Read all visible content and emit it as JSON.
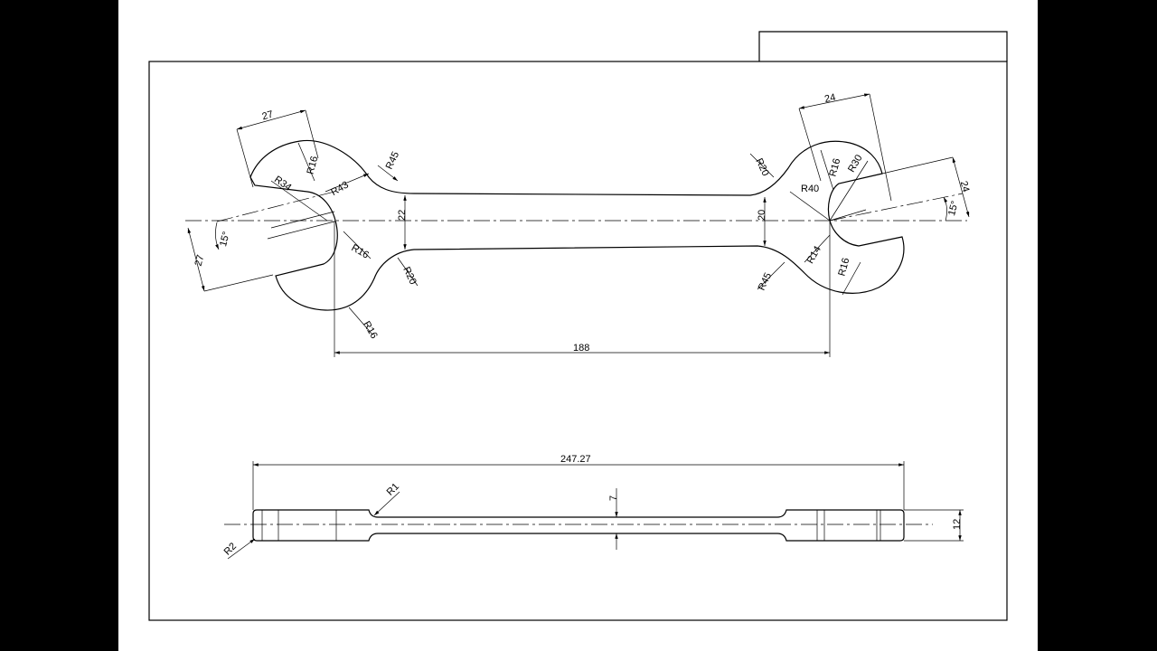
{
  "drawing": {
    "top_view": {
      "left_jaw": {
        "opening": "27",
        "width": "27",
        "angle": "15°",
        "r_outer": "R34",
        "r_head": "R43",
        "r_tip": "R16",
        "r_throat": "R16",
        "r_base": "R16",
        "r_neck_top": "R45",
        "r_neck_bottom": "R20"
      },
      "right_jaw": {
        "opening": "24",
        "width": "24",
        "angle": "15°",
        "r_outer": "R30",
        "r_head": "R40",
        "r_tip": "R16",
        "r_throat": "R14",
        "r_base": "R16",
        "r_neck_top": "R20",
        "r_neck_bottom": "R45"
      },
      "shank_left_width": "22",
      "shank_right_width": "20",
      "center_distance": "188"
    },
    "side_view": {
      "overall_length": "247.27",
      "shank_thickness": "7",
      "head_thickness": "12",
      "fillet_small": "R1",
      "fillet_end": "R2"
    }
  }
}
